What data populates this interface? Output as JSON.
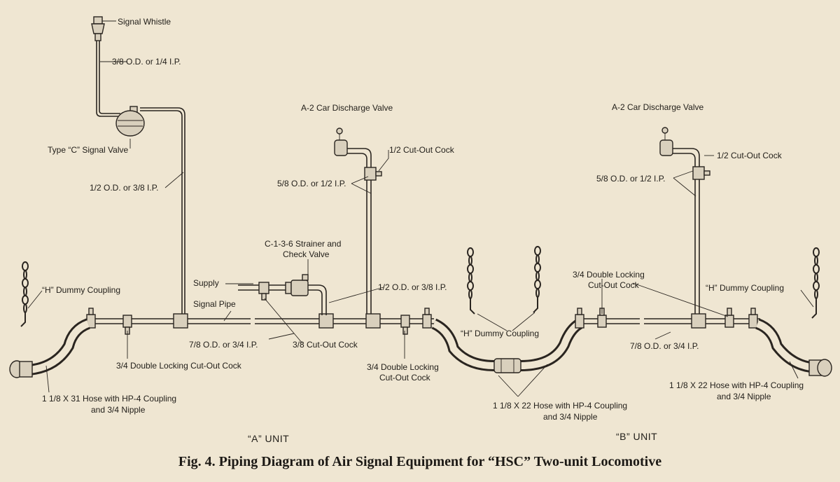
{
  "labels": {
    "signal_whistle": "Signal Whistle",
    "whistle_pipe": "3/8 O.D. or 1/4 I.P.",
    "signal_valve": "Type “C” Signal Valve",
    "signal_valve_pipe": "1/2 O.D. or 3/8 I.P.",
    "discharge_valve_a": "A-2 Car Discharge Valve",
    "cutout_cock_a": "1/2 Cut-Out Cock",
    "discharge_pipe_a": "5/8 O.D. or 1/2 I.P.",
    "strainer_line1": "C-1-3-6 Strainer and",
    "strainer_line2": "Check Valve",
    "supply": "Supply",
    "signal_pipe": "Signal Pipe",
    "strainer_pipe": "1/2 O.D. or 3/8 I.P.",
    "dummy_coupling_left": "“H” Dummy Coupling",
    "main_pipe_a": "7/8 O.D. or 3/4 I.P.",
    "cutout_cock_supply": "3/8 Cut-Out Cock",
    "double_locking_a": "3/4 Double Locking Cut-Out Cock",
    "double_locking_mid_line1": "3/4 Double Locking",
    "double_locking_mid_line2": "Cut-Out Cock",
    "hose_a_line1": "1 1/8 X 31 Hose with HP-4 Coupling",
    "hose_a_line2": "and 3/4 Nipple",
    "dummy_coupling_center": "“H” Dummy Coupling",
    "hose_mid_line1": "1 1/8 X 22 Hose with HP-4 Coupling",
    "hose_mid_line2": "and 3/4 Nipple",
    "discharge_valve_b": "A-2 Car Discharge Valve",
    "cutout_cock_b": "1/2 Cut-Out Cock",
    "discharge_pipe_b": "5/8 O.D. or 1/2 I.P.",
    "double_locking_b_line1": "3/4 Double Locking",
    "double_locking_b_line2": "Cut-Out Cock",
    "dummy_coupling_right": "“H” Dummy Coupling",
    "main_pipe_b": "7/8 O.D. or 3/4 I.P.",
    "hose_b_line1": "1 1/8 X 22 Hose with HP-4 Coupling",
    "hose_b_line2": "and 3/4 Nipple",
    "unit_a": "“A” UNIT",
    "unit_b": "“B” UNIT"
  },
  "caption": "Fig. 4.  Piping Diagram of Air Signal Equipment for “HSC” Two-unit Locomotive"
}
